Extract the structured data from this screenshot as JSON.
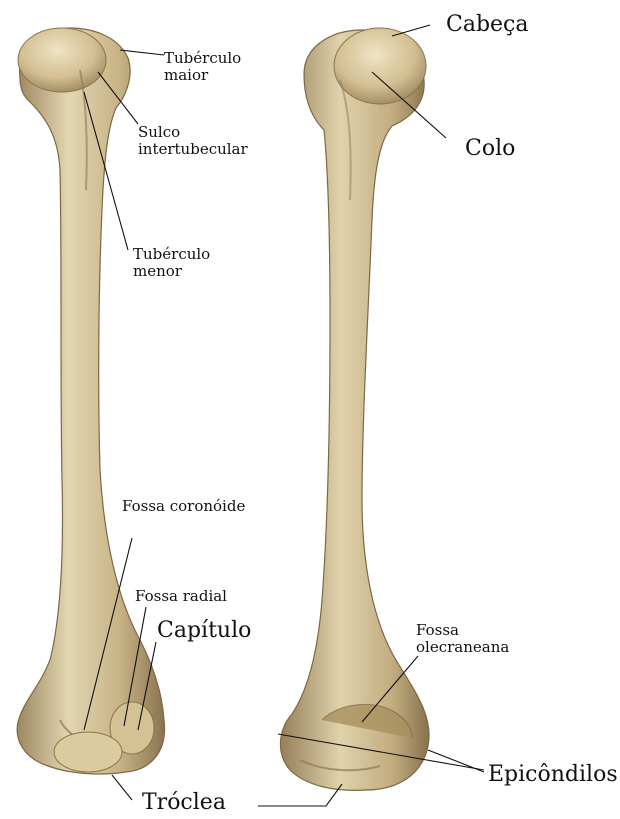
{
  "labels": {
    "cabeca": "Cabeça",
    "colo": "Colo",
    "tuberculo_maior": "Tubérculo maior",
    "sulco": "Sulco intertubecular",
    "tuberculo_menor": "Tubérculo menor",
    "fossa_coronoide": "Fossa coronóide",
    "fossa_radial": "Fossa radial",
    "capitulo": "Capítulo",
    "fossa_olecraneana": "Fossa olecraneana",
    "epicondilos": "Epicôndilos",
    "troclea": "Tróclea"
  },
  "colors": {
    "bone_fill": "#c9b487",
    "bone_light": "#e6d9b6",
    "bone_shadow": "#8d7752",
    "line": "#111111"
  }
}
